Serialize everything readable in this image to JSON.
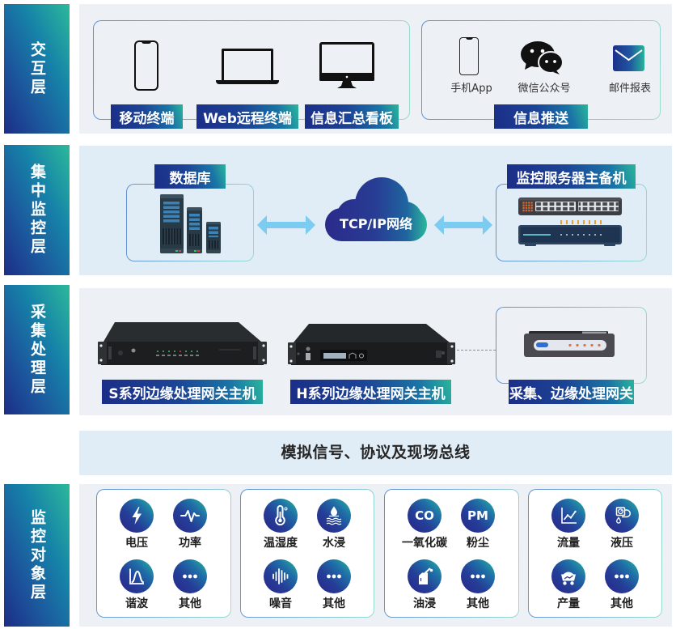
{
  "interaction_layer": {
    "tag": "交互层",
    "terminals": [
      {
        "icon": "smartphone-icon",
        "label": "移动终端"
      },
      {
        "icon": "laptop-icon",
        "label": "Web远程终端"
      },
      {
        "icon": "desktop-monitor-icon",
        "label": "信息汇总看板"
      }
    ],
    "push": {
      "label": "信息推送",
      "channels": [
        {
          "icon": "smartphone-icon",
          "label": "手机App"
        },
        {
          "icon": "wechat-icon",
          "label": "微信公众号"
        },
        {
          "icon": "mail-icon",
          "label": "邮件报表"
        }
      ]
    }
  },
  "central_layer": {
    "tag": "集中监控层",
    "database": {
      "icon": "server-tower-icon",
      "label": "数据库"
    },
    "network": {
      "icon": "cloud-icon",
      "label": "TCP/IP网络"
    },
    "connectors": {
      "icon": "double-arrow-icon"
    },
    "servers": {
      "icon": "network-switch-icon",
      "label": "监控服务器主备机"
    }
  },
  "acquisition_layer": {
    "tag": "采集处理层",
    "devices": [
      {
        "icon": "rack-gateway-icon",
        "label": "S系列边缘处理网关主机"
      },
      {
        "icon": "rack-gateway-icon",
        "label": "H系列边缘处理网关主机"
      },
      {
        "icon": "edge-gateway-icon",
        "label": "采集、边缘处理网关"
      }
    ]
  },
  "signal_bus": {
    "label": "模拟信号、协议及现场总线"
  },
  "object_layer": {
    "tag": "监控对象层",
    "groups": [
      {
        "items": [
          {
            "icon": "lightning-icon",
            "label": "电压"
          },
          {
            "icon": "pulse-icon",
            "label": "功率"
          },
          {
            "icon": "harmonic-wave-icon",
            "label": "谐波"
          },
          {
            "icon": "more-dots-icon",
            "label": "其他"
          }
        ]
      },
      {
        "items": [
          {
            "icon": "thermometer-icon",
            "label": "温湿度"
          },
          {
            "icon": "water-leak-icon",
            "label": "水浸"
          },
          {
            "icon": "sound-wave-icon",
            "label": "噪音"
          },
          {
            "icon": "more-dots-icon",
            "label": "其他"
          }
        ]
      },
      {
        "items": [
          {
            "icon": "co-text-icon",
            "icon_text": "CO",
            "label": "一氧化碳"
          },
          {
            "icon": "pm-text-icon",
            "icon_text": "PM",
            "label": "粉尘"
          },
          {
            "icon": "oil-can-icon",
            "label": "油浸"
          },
          {
            "icon": "more-dots-icon",
            "label": "其他"
          }
        ]
      },
      {
        "items": [
          {
            "icon": "line-chart-icon",
            "label": "流量"
          },
          {
            "icon": "hydraulic-gauge-icon",
            "label": "液压"
          },
          {
            "icon": "mine-cart-icon",
            "label": "产量"
          },
          {
            "icon": "more-dots-icon",
            "label": "其他"
          }
        ]
      }
    ]
  },
  "colors": {
    "brand_navy": "#1d2d87",
    "brand_blue": "#1c4496",
    "brand_teal": "#2ab59b",
    "arrow": "#7ccbf0",
    "panel": "#edf1f6",
    "panel_alt": "#e1edf6",
    "text_dark": "#222222"
  }
}
